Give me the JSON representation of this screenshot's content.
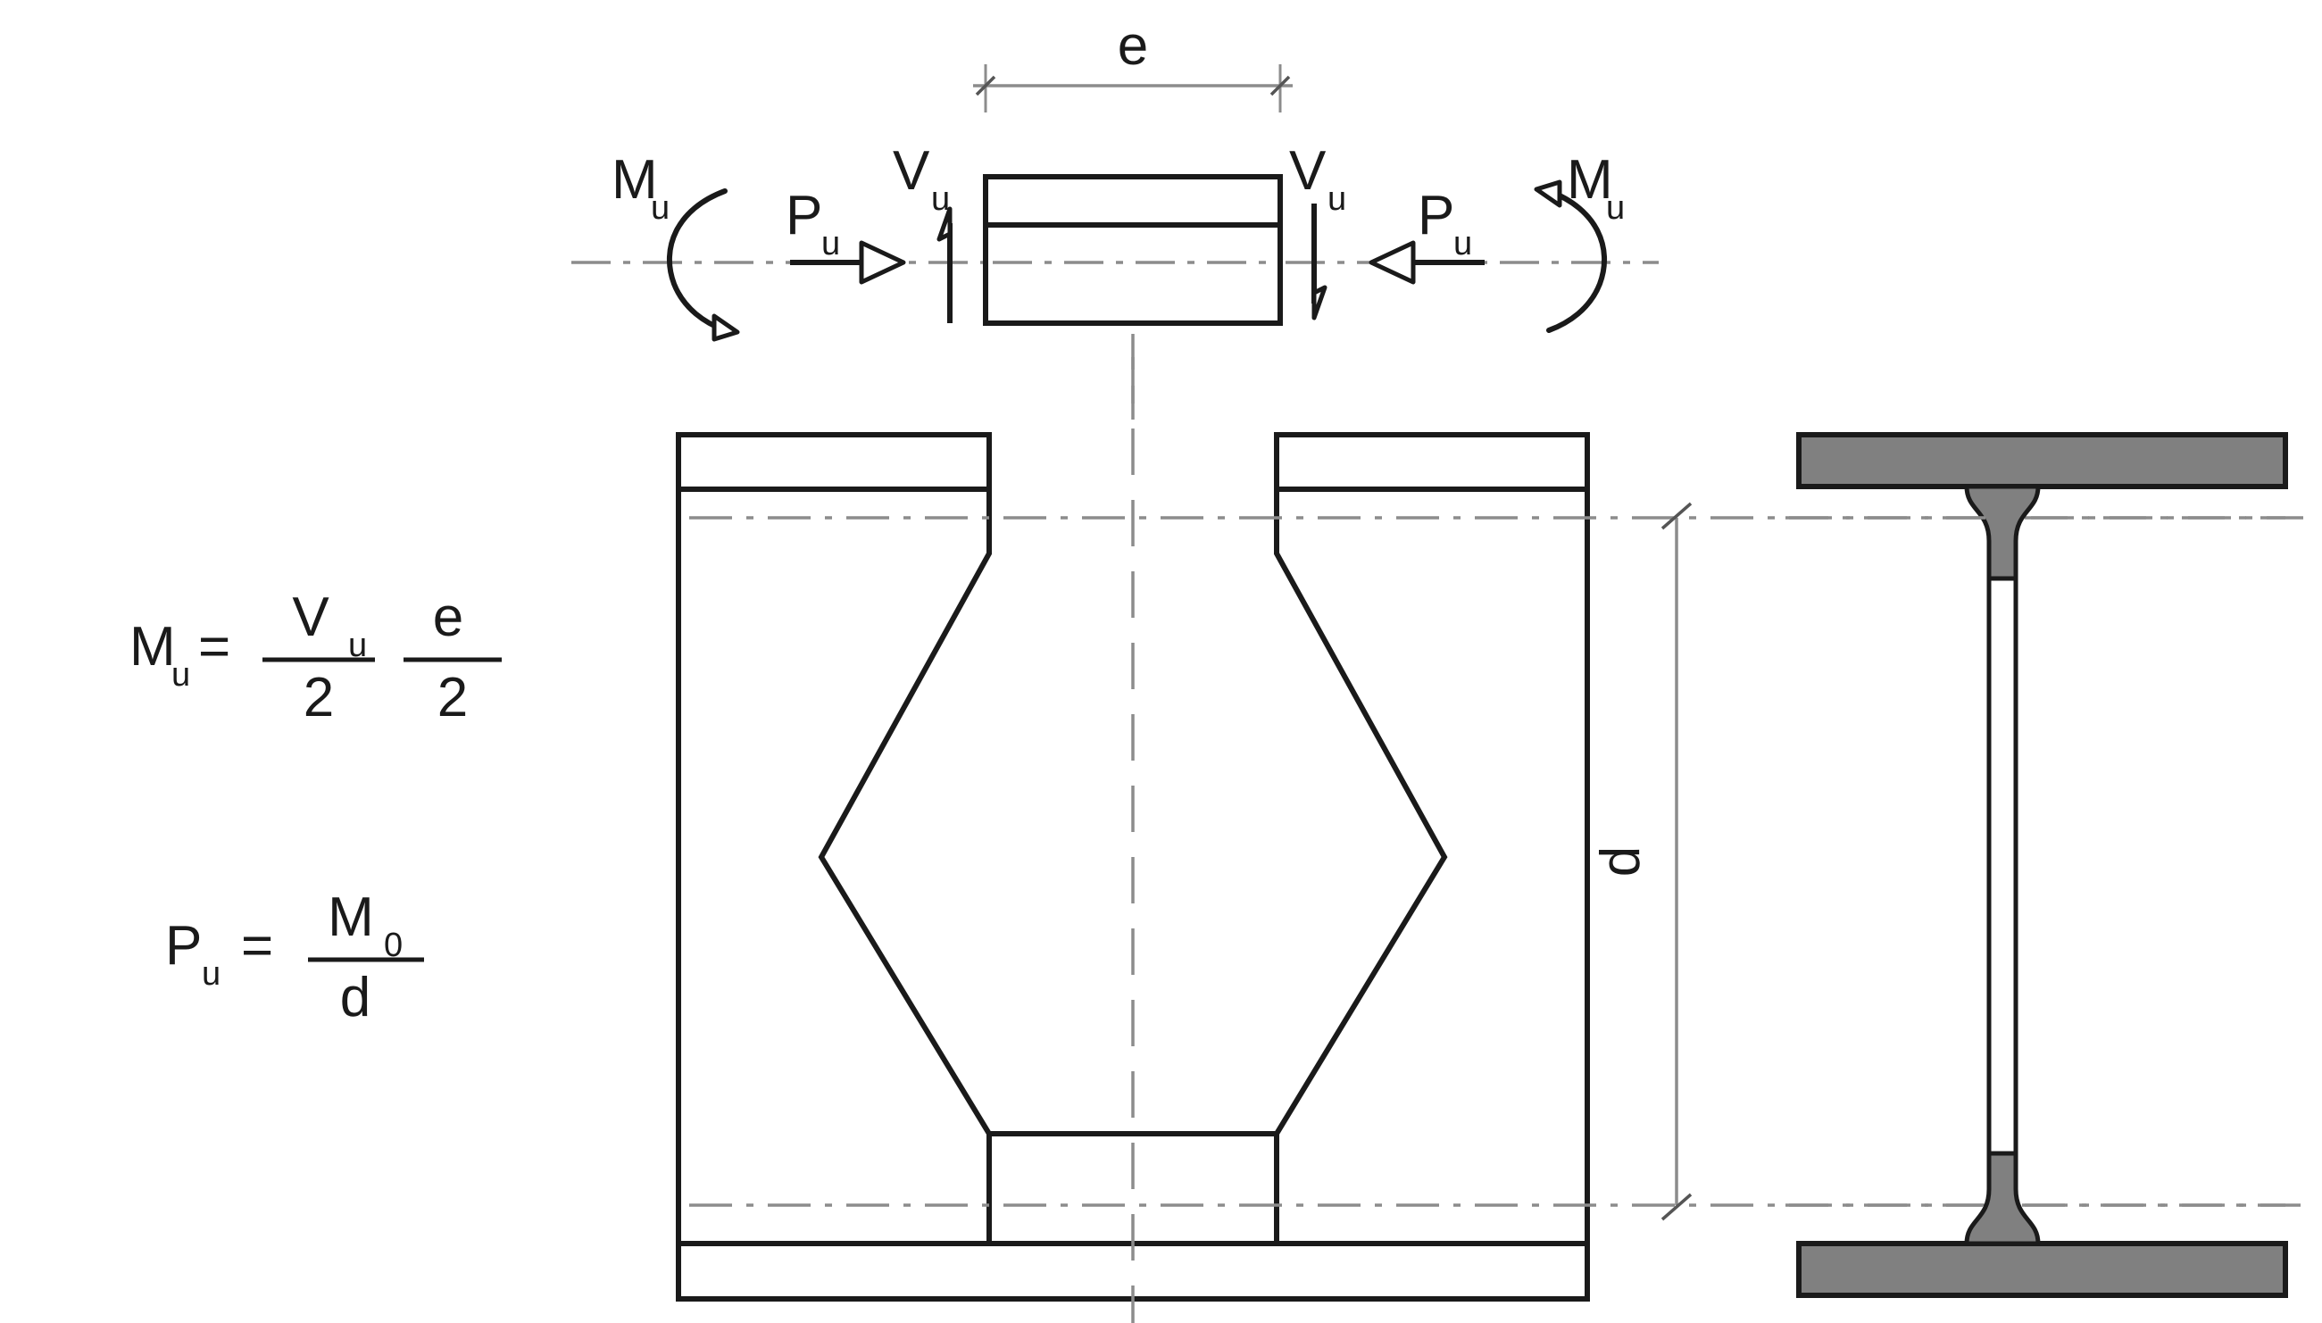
{
  "figure": {
    "title": "Castellated beam web opening force diagram",
    "colors": {
      "outline": "#1a1a1a",
      "centerline": "#8c8c8c",
      "dimension": "#8c8c8c",
      "section_fill": "#808080",
      "background": "#ffffff",
      "text": "#1a1a1a"
    }
  },
  "free_body": {
    "dimension_e": {
      "label": "e"
    },
    "left_moment": {
      "label": "M",
      "sub": "u",
      "name": "moment-left"
    },
    "left_axial": {
      "label": "P",
      "sub": "u",
      "name": "axial-left"
    },
    "left_shear": {
      "label": "V",
      "sub": "u",
      "name": "shear-left"
    },
    "right_shear": {
      "label": "V",
      "sub": "u",
      "name": "shear-right"
    },
    "right_axial": {
      "label": "P",
      "sub": "u",
      "name": "axial-right"
    },
    "right_moment": {
      "label": "M",
      "sub": "u",
      "name": "moment-right"
    }
  },
  "equations": {
    "moment": {
      "lhs": "M",
      "lhs_sub": "u",
      "equals": "=",
      "frac1_num": "V",
      "frac1_num_sub": "u",
      "frac1_den": "2",
      "frac2_num": "e",
      "frac2_den": "2"
    },
    "axial": {
      "lhs": "P",
      "lhs_sub": "u",
      "equals": "=",
      "frac_num": "M",
      "frac_num_sub": "0",
      "frac_den": "d"
    }
  },
  "elevation": {
    "depth_dimension": {
      "label": "d"
    }
  },
  "cross_section": {
    "name": "i-beam-section",
    "fill": "#808080"
  }
}
